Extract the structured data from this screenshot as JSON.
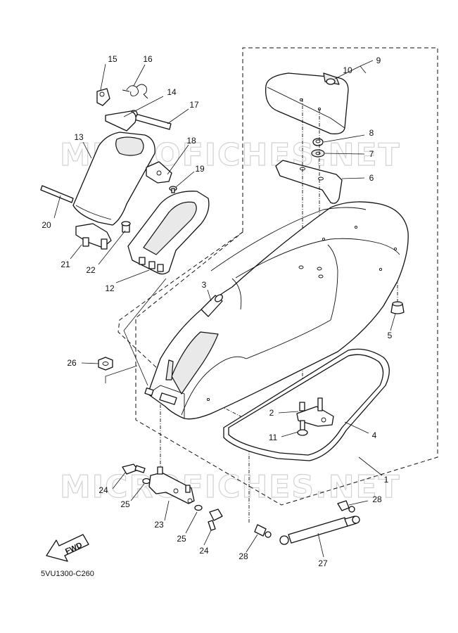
{
  "watermark": "MICROFICHES.NET",
  "diagram_code": "5VU1300-C260",
  "fwd_label": "FWD",
  "callouts": [
    "1",
    "2",
    "3",
    "4",
    "5",
    "6",
    "7",
    "8",
    "9",
    "10",
    "11",
    "12",
    "13",
    "14",
    "15",
    "16",
    "17",
    "18",
    "19",
    "20",
    "21",
    "22",
    "23",
    "24",
    "24",
    "25",
    "25",
    "26",
    "27",
    "28",
    "28"
  ]
}
